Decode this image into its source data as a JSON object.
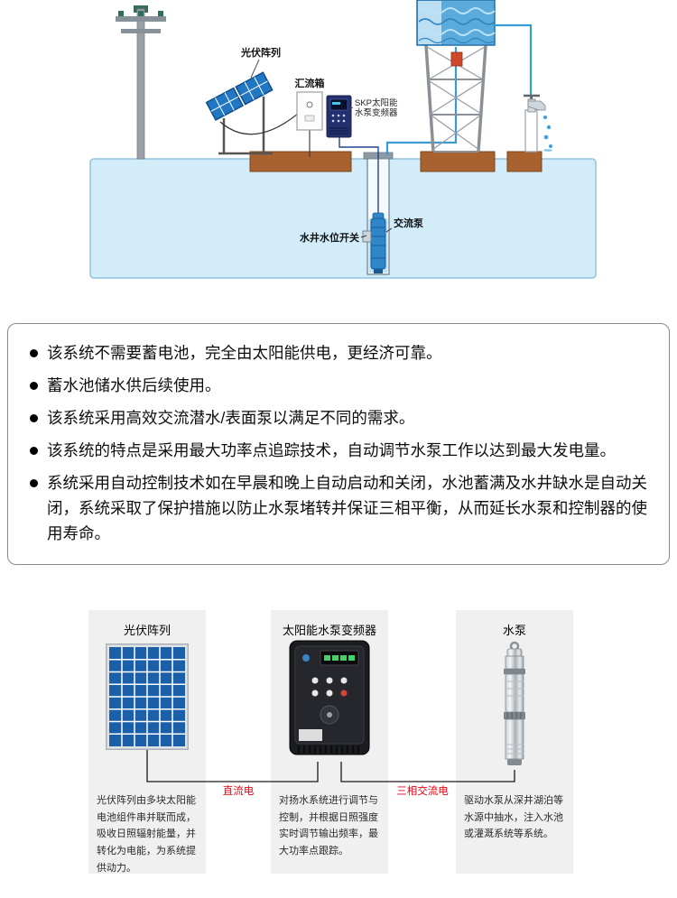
{
  "diagram": {
    "labels": {
      "pv_array": "光伏阵列",
      "combiner_box": "汇流箱",
      "inverter_line1": "SKP太阳能",
      "inverter_line2": "水泵变频器",
      "ac_pump": "交流泵",
      "well_level_switch": "水井水位开关"
    }
  },
  "features": {
    "items": [
      "该系统不需要蓄电池，完全由太阳能供电，更经济可靠。",
      "蓄水池储水供后续使用。",
      "该系统采用高效交流潜水/表面泵以满足不同的需求。",
      "该系统的特点是采用最大功率点追踪技术，自动调节水泵工作以达到最大发电量。",
      "系统采用自动控制技术如在早晨和晚上自动启动和关闭，水池蓄满及水井缺水是自动关闭，系统采取了保护措施以防止水泵堵转并保证三相平衡，从而延长水泵和控制器的使用寿命。"
    ]
  },
  "components": {
    "panels": [
      {
        "title": "光伏阵列",
        "description": "光伏阵列由多块太阳能电池组件串并联而成，吸收日照辐射能量，并转化为电能，为系统提供动力。"
      },
      {
        "title": "太阳能水泵变频器",
        "description": "对扬水系统进行调节与控制，并根据日照强度实时调节输出频率，最大功率点跟踪。"
      },
      {
        "title": "水泵",
        "description": "驱动水泵从深井湖泊等水源中抽水，注入水池或灌溉系统等系统。"
      }
    ],
    "connectors": [
      {
        "label": "直流电"
      },
      {
        "label": "三相交流电"
      }
    ],
    "connector_color": "#e60012"
  },
  "colors": {
    "water_fill": "#d3ecf9",
    "soil": "#a8622f",
    "panel_blue": "#2277c4",
    "tank_blue": "#5aabdc",
    "connector_label_red": "#e60012"
  }
}
